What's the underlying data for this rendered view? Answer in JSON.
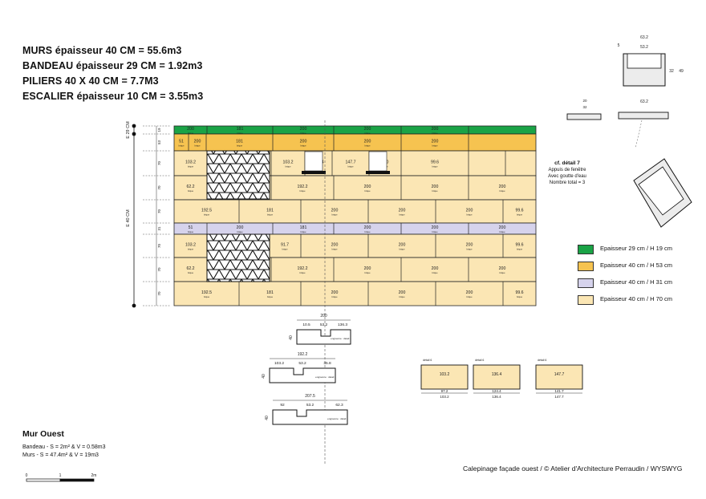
{
  "summary": [
    "MURS épaisseur 40 CM = 55.6m3",
    "BANDEAU épaisseur 29 CM = 1.92m3",
    "PILIERS 40 X 40 CM = 7.7M3",
    "ESCALIER épaisseur 10 CM = 3.55m3"
  ],
  "legend": [
    {
      "label": "Epaisseur 29 cm / H 19 cm",
      "color": "#1aa346"
    },
    {
      "label": "Epaisseur 40 cm / H 53 cm",
      "color": "#f6c350"
    },
    {
      "label": "Epaisseur 40 cm / H 31 cm",
      "color": "#d6d3ec"
    },
    {
      "label": "Epaisseur 40 cm / H 70 cm",
      "color": "#fbe6b4"
    }
  ],
  "note": {
    "title": "cf. détail 7",
    "lines": [
      "Appuis de fenêtre",
      "Avec goutte d'eau",
      "Nombre total = 3"
    ]
  },
  "side_labels": {
    "top": "E 29 CM",
    "main": "E 40 CM"
  },
  "row_heights": [
    "19",
    "53",
    "70",
    "70",
    "70",
    "31",
    "70",
    "70",
    "70"
  ],
  "rows": [
    [
      "200",
      "181",
      "200",
      "200",
      "200"
    ],
    [
      "51",
      "200",
      "181",
      "200",
      "200",
      "200"
    ],
    [
      "103.2",
      "",
      "103.2",
      "136.4",
      "147.7",
      "200",
      "99.6"
    ],
    [
      "62.2",
      "",
      "192.2",
      "200",
      "200",
      "200"
    ],
    [
      "192.5",
      "181",
      "200",
      "200",
      "200",
      "99.6"
    ],
    [
      "51",
      "200",
      "181",
      "200",
      "200",
      "200"
    ],
    [
      "103.2",
      "",
      "91.7",
      "200",
      "200",
      "200",
      "99.6"
    ],
    [
      "62.2",
      "",
      "192.2",
      "200",
      "200",
      "200"
    ],
    [
      "192.5",
      "181",
      "200",
      "200",
      "200",
      "99.6"
    ]
  ],
  "sections": [
    {
      "top": "200",
      "parts": [
        "10.5",
        "53.2",
        "136.3"
      ],
      "side": "40",
      "tag": "engravure : détail 1"
    },
    {
      "top": "192.2",
      "parts": [
        "103.2",
        "53.2",
        "35.8"
      ],
      "side": "40",
      "tag": "engravure : détail 1"
    },
    {
      "top": "207.5",
      "parts": [
        "92",
        "53.2",
        "62.3"
      ],
      "side": "40",
      "tag": "engravure : détail 1"
    }
  ],
  "sills": [
    {
      "label": "détail 6",
      "value": "103.2",
      "bottom": [
        "97.2",
        "103.2"
      ]
    },
    {
      "label": "détail 6",
      "value": "136.4",
      "bottom": [
        "124.4",
        "136.4"
      ]
    },
    {
      "label": "détail 6",
      "value": "147.7",
      "bottom": [
        "141.7",
        "147.7"
      ]
    }
  ],
  "details": {
    "top_width": "63.2",
    "inner": "53.2",
    "side": "5",
    "height_a": "32",
    "height_b": "49",
    "small_a": "20",
    "small_b": "32"
  },
  "caption": {
    "title": "Mur Ouest",
    "lines": [
      "Bandeau - S = 2m² & V = 0.58m3",
      "Murs - S = 47.4m² & V = 19m3"
    ]
  },
  "scale": [
    "0",
    "1",
    "2m"
  ],
  "credit": "Calepinage façade ouest / © Atelier d'Architecture Perraudin / WYSWYG"
}
